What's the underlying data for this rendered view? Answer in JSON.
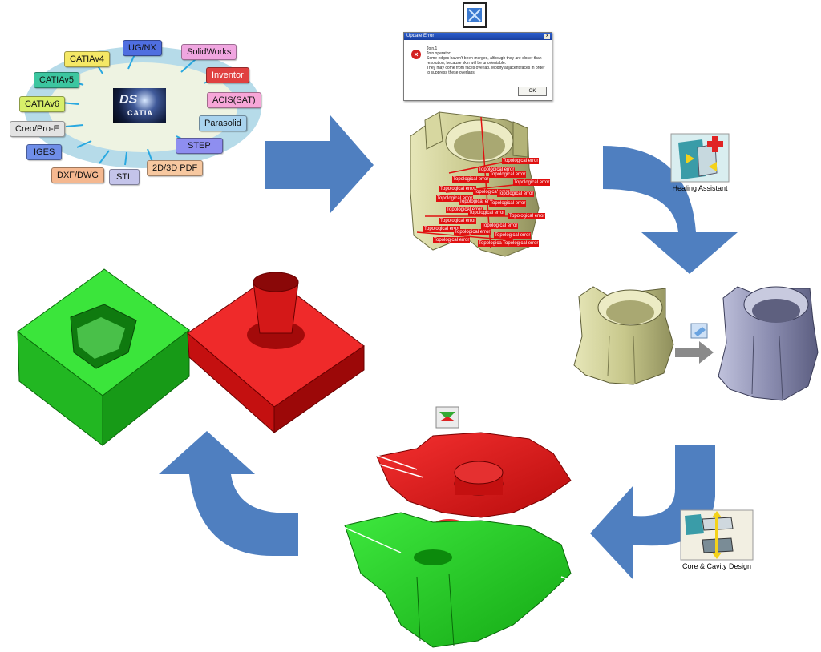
{
  "formats": [
    {
      "label": "UG/NX",
      "color": "#4f6ee0"
    },
    {
      "label": "SolidWorks",
      "color": "#f0a6e0"
    },
    {
      "label": "CATIAv4",
      "color": "#f5e866"
    },
    {
      "label": "Inventor",
      "color": "#e04040"
    },
    {
      "label": "CATIAv5",
      "color": "#3cc6a0"
    },
    {
      "label": "ACIS(SAT)",
      "color": "#f7a6d8"
    },
    {
      "label": "CATIAv6",
      "color": "#d8ef6a"
    },
    {
      "label": "Parasolid",
      "color": "#a9d3ee"
    },
    {
      "label": "Creo/Pro-E",
      "color": "#e3e3e3"
    },
    {
      "label": "STEP",
      "color": "#8e8ef0"
    },
    {
      "label": "IGES",
      "color": "#6f8ee8"
    },
    {
      "label": "2D/3D PDF",
      "color": "#f7c8a0"
    },
    {
      "label": "DXF/DWG",
      "color": "#f5b890"
    },
    {
      "label": "STL",
      "color": "#c4c4ea"
    }
  ],
  "catia_logo": {
    "mark": "DS",
    "text": "CATIA"
  },
  "update_error": {
    "title": "Update Error",
    "close": "x",
    "message": "Join.1\nJoin operator:\nSome edges haven't been merged, although they are closer than resolution, because skin will be unorientable.\nThey may come from faces overlap. Modify adjacent faces in order to suppress these overlaps.",
    "ok": "OK"
  },
  "error_tag": "Topological error",
  "error_tag_count": 22,
  "healing_assistant": {
    "label": "Healing Assistant"
  },
  "core_cavity": {
    "label": "Core & Cavity Design"
  },
  "colors": {
    "arrow": "#4f7fc0",
    "core": "#22cc22",
    "cavity": "#e01818",
    "part": "#c9c98f",
    "healed_part": "#8e90b0",
    "ring": "#b9dcea",
    "ring_inner": "#eef4e4"
  }
}
